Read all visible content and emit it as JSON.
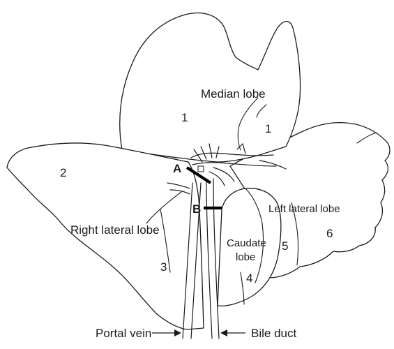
{
  "labels": {
    "median_lobe": "Median lobe",
    "right_lateral_lobe": "Right lateral lobe",
    "left_lateral_lobe": "Left lateral lobe",
    "caudate_lobe_line1": "Caudate",
    "caudate_lobe_line2": "lobe",
    "portal_vein": "Portal vein",
    "bile_duct": "Bile duct",
    "ligation_a": "A",
    "ligation_b": "B"
  },
  "segment_numbers": {
    "median_left": "1",
    "median_right": "1",
    "right_lateral_upper": "2",
    "right_lateral_lower": "3",
    "caudate": "4",
    "left_lateral_inner": "5",
    "left_lateral_outer": "6"
  },
  "colors": {
    "line": "#1a1a1a",
    "background": "#ffffff"
  }
}
